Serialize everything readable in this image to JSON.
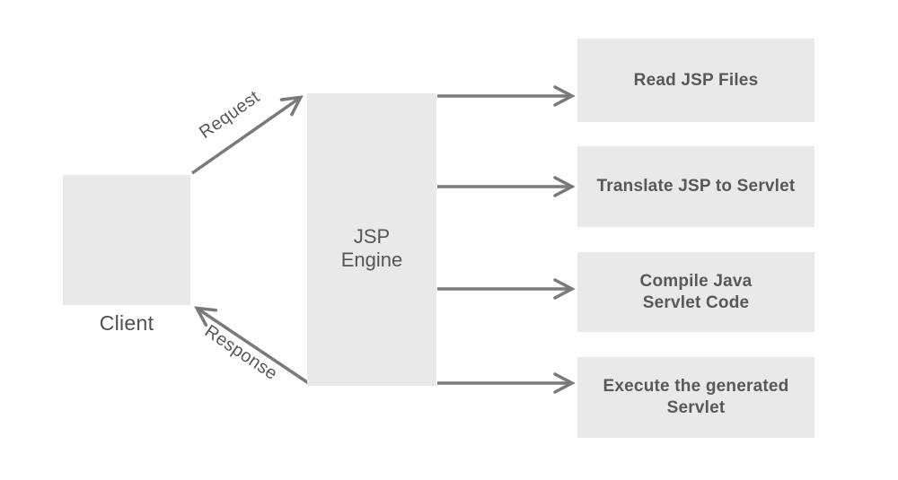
{
  "diagram": {
    "title_hint": "JSP processing flow diagram",
    "client_label": "Client",
    "engine_label": "JSP\nEngine",
    "request_label": "Request",
    "response_label": "Response",
    "steps": [
      {
        "label": "Read JSP Files"
      },
      {
        "label": "Translate JSP to Servlet"
      },
      {
        "label": "Compile Java\nServlet Code"
      },
      {
        "label": "Execute the generated\nServlet"
      }
    ],
    "colors": {
      "box_fill": "#e9e9e9",
      "arrow": "#7a7a7a",
      "node_text": "#565658",
      "step_text": "#58585a"
    }
  }
}
